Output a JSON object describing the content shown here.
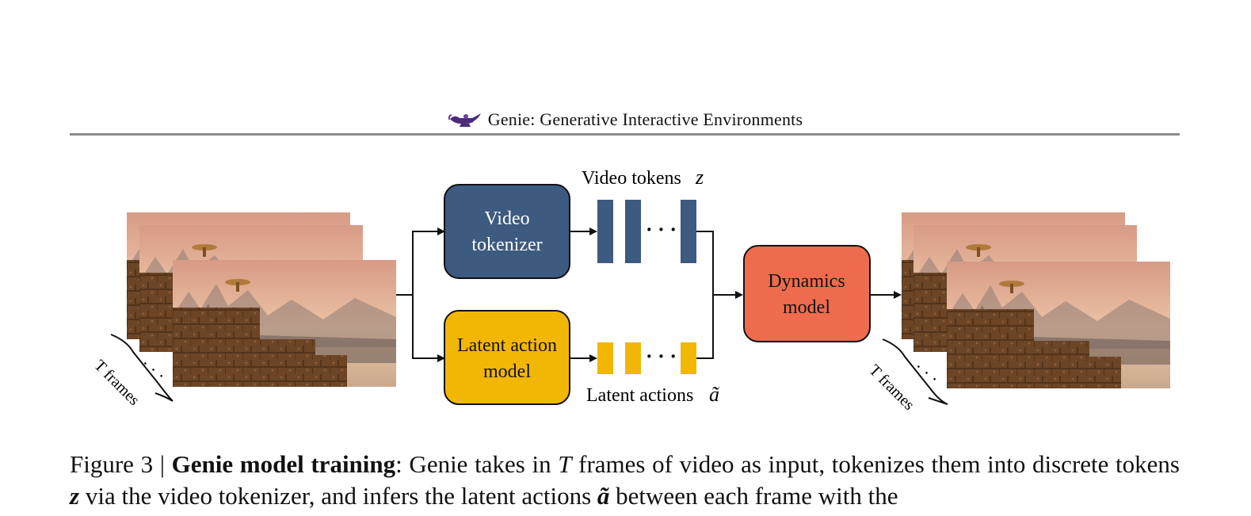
{
  "header": {
    "title": "Genie: Generative Interactive Environments",
    "logo_icon": "genie-lamp-icon"
  },
  "figure": {
    "video_tokenizer_label_1": "Video",
    "video_tokenizer_label_2": "tokenizer",
    "latent_action_label_1": "Latent action",
    "latent_action_label_2": "model",
    "dynamics_label_1": "Dynamics",
    "dynamics_label_2": "model",
    "video_tokens_label": "Video tokens",
    "video_tokens_symbol": "z",
    "latent_actions_label": "Latent actions",
    "latent_actions_symbol": "ã",
    "t_frames_left": "T frames",
    "t_frames_right": "T frames",
    "ellipsis": "· · ·",
    "colors": {
      "video_tokenizer": "#3d5a80",
      "latent_action": "#f2b705",
      "dynamics": "#ee6b4d"
    }
  },
  "caption": {
    "prefix": "Figure 3 | ",
    "bold": "Genie model training",
    "text_1": ": Genie takes in ",
    "t_symbol": "T",
    "text_2": " frames of video as input, tokenizes them into discrete tokens ",
    "z_symbol": "z",
    "text_3": " via the video tokenizer, and infers the latent actions ",
    "a_symbol": "ã",
    "text_4": " between each frame with the"
  }
}
